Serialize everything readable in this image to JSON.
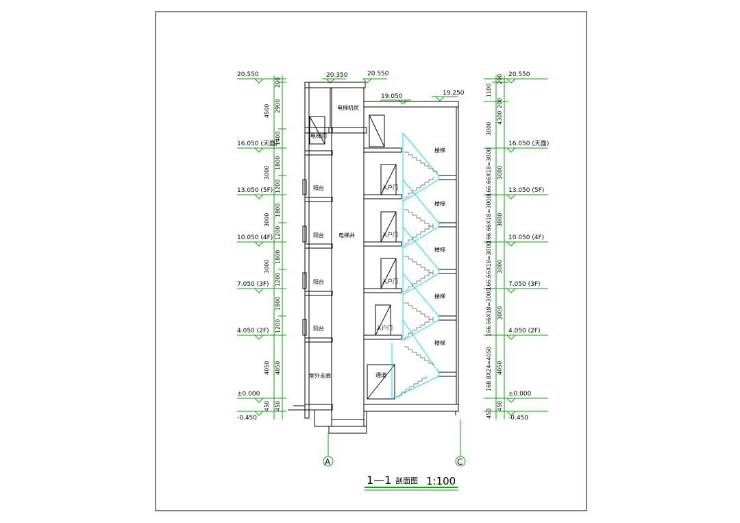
{
  "title": {
    "section": "1—1",
    "name": "剖面图",
    "scale": "1:100"
  },
  "grid_axes": [
    "A",
    "C"
  ],
  "levels_left": [
    "20.550",
    "16.050 (天面)",
    "13.050 (5F)",
    "10.050 (4F)",
    "7.050 (3F)",
    "4.050 (2F)",
    "±0.000",
    "-0.450"
  ],
  "levels_right": [
    "20.550",
    "16.050 (天面)",
    "13.050 (5F)",
    "10.050 (4F)",
    "7.050 (3F)",
    "4.050 (2F)",
    "±0.000",
    "-0.450"
  ],
  "levels_top": [
    "20.350",
    "20.550",
    "19.050",
    "19.250"
  ],
  "dims_left_outer": [
    "4500",
    "3000",
    "3000",
    "3000",
    "4050",
    "450"
  ],
  "dims_left_inner": [
    "200",
    "2900",
    "1400",
    "1800",
    "1200",
    "1800",
    "1200",
    "1800",
    "1200",
    "1800",
    "1200",
    "4050",
    "450"
  ],
  "dims_right_outer": [
    "1100",
    "3000",
    "166.66X18=3000",
    "166.66X18=3000",
    "166.66X18=3000",
    "166.66X18=3000",
    "168.8X24=4050",
    "450"
  ],
  "dims_right_inner": [
    "200",
    "200",
    "4300",
    "3000",
    "3000",
    "3000",
    "3000",
    "4050",
    "450"
  ],
  "rooms": {
    "machine_room": "电梯机房",
    "stair_room": "电梯间",
    "balcony": "阳台",
    "shaft": "电梯井",
    "stair": "楼梯",
    "entry_door": "入户门",
    "corridor": "室外走廊",
    "passage": "通道"
  },
  "colors": {
    "line": "#000000",
    "dimension": "#00aa00",
    "stair": "#00e5ee",
    "background": "#ffffff"
  }
}
